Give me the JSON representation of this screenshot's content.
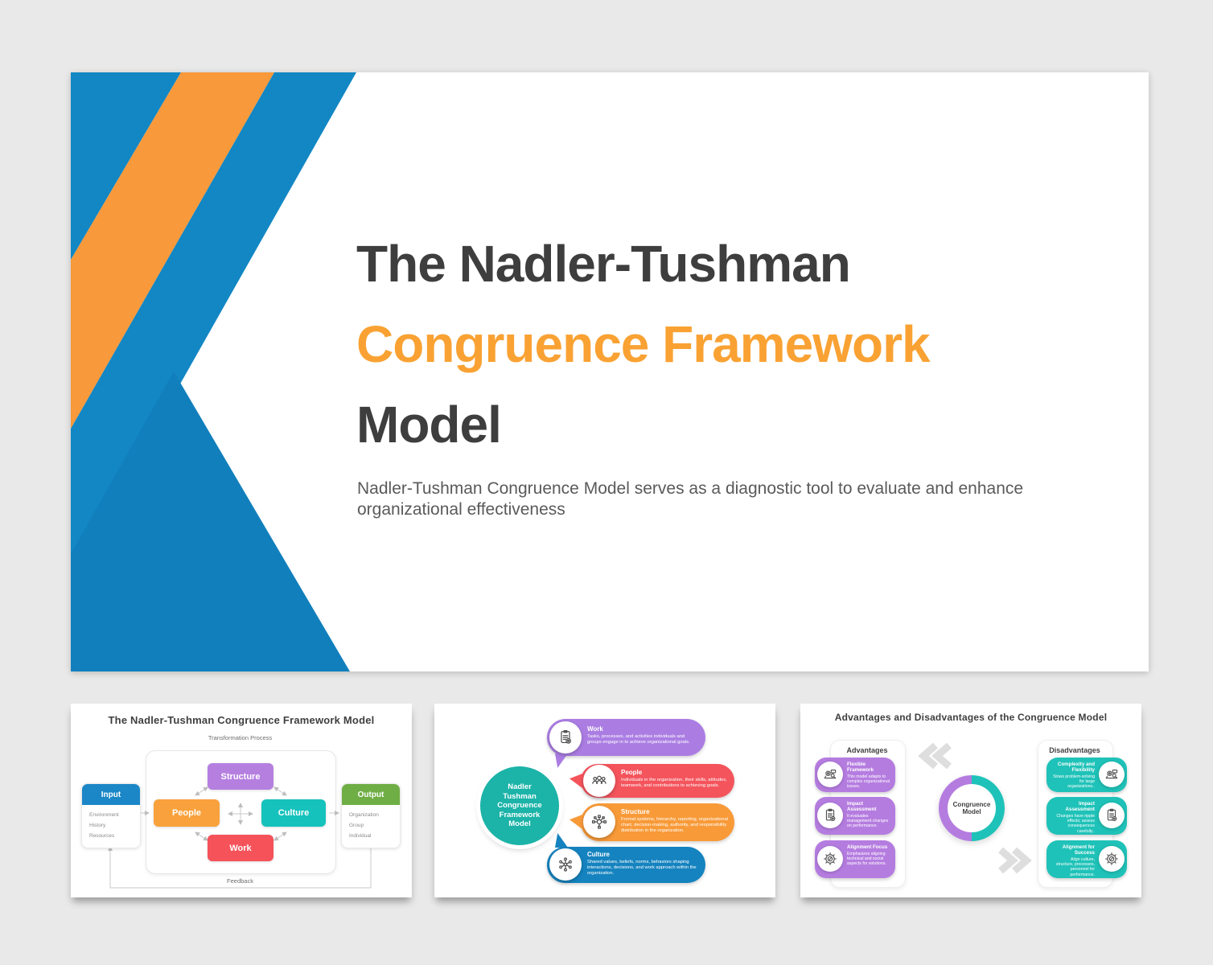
{
  "colors": {
    "page_background": "#E9E9E9",
    "deco_blue": "#1287C4",
    "deco_orange": "#F8993B",
    "title_dark": "#3E3E3E",
    "title_orange": "#F9A233",
    "purple": "#B57CE0",
    "red": "#F4545C",
    "teal": "#1CB3A8",
    "orange": "#F89A38",
    "blue": "#1583BF",
    "green": "#6FAE44",
    "input_blue": "#1B87C7"
  },
  "main_slide": {
    "title_lines": [
      "The Nadler-Tushman",
      "Congruence Framework",
      "Model"
    ],
    "subtitle": "Nadler-Tushman Congruence Model serves as a diagnostic tool to evaluate and enhance organizational effectiveness"
  },
  "slide_diagram": {
    "title": "The Nadler-Tushman Congruence Framework Model",
    "transformation_label": "Transformation Process",
    "feedback_label": "Feedback",
    "input": {
      "label": "Input",
      "items": [
        "Environment",
        "History",
        "Resources"
      ]
    },
    "output": {
      "label": "Output",
      "items": [
        "Organization",
        "Group",
        "Individual"
      ]
    },
    "core_boxes": {
      "structure": "Structure",
      "people": "People",
      "culture": "Culture",
      "work": "Work"
    }
  },
  "slide_bubbles": {
    "circle_lines": [
      "Nadler",
      "Tushman",
      "Congruence",
      "Framework",
      "Model"
    ],
    "bubbles": [
      {
        "title": "Work",
        "icon": "clipboard-gear-icon",
        "desc": "Tasks, processes, and activities individuals and groups engage in to achieve organizational goals."
      },
      {
        "title": "People",
        "icon": "people-group-icon",
        "desc": "Individuals in the organization, their skills, attitudes, teamwork, and contributions to achieving goals."
      },
      {
        "title": "Structure",
        "icon": "hierarchy-network-icon",
        "desc": "Formal systems, hierarchy, reporting, organizational chart, decision-making, authority, and responsibility distribution in the organization."
      },
      {
        "title": "Culture",
        "icon": "culture-network-icon",
        "desc": "Shared values, beliefs, norms, behaviors shaping interactions, decisions, and work approach within the organization."
      }
    ]
  },
  "slide_adv": {
    "title": "Advantages and Disadvantages of the Congruence Model",
    "advantages_header": "Advantages",
    "disadvantages_header": "Disadvantages",
    "center_lines": [
      "Congruence",
      "Model"
    ],
    "advantages": [
      {
        "title": "Flexible Framework",
        "icon": "machine-gears-icon",
        "desc": "This model adapts to complex organizational issues."
      },
      {
        "title": "Impact Assessment",
        "icon": "clipboard-gear-icon",
        "desc": "It evaluates management changes on performance."
      },
      {
        "title": "Alignment Focus",
        "icon": "target-gauge-icon",
        "desc": "Emphasizes aligning technical and social aspects for solutions."
      }
    ],
    "disadvantages": [
      {
        "title": "Complexity and Flexibility",
        "icon": "machine-gears-icon",
        "desc": "Slows problem-solving for large organizations.."
      },
      {
        "title": "Impact Assessment",
        "icon": "clipboard-gear-icon",
        "desc": "Changes have ripple effects; assess consequences carefully.."
      },
      {
        "title": "Alignment for Success",
        "icon": "target-gauge-icon",
        "desc": "Align culture, structure, processes, personnel for performance."
      }
    ]
  }
}
